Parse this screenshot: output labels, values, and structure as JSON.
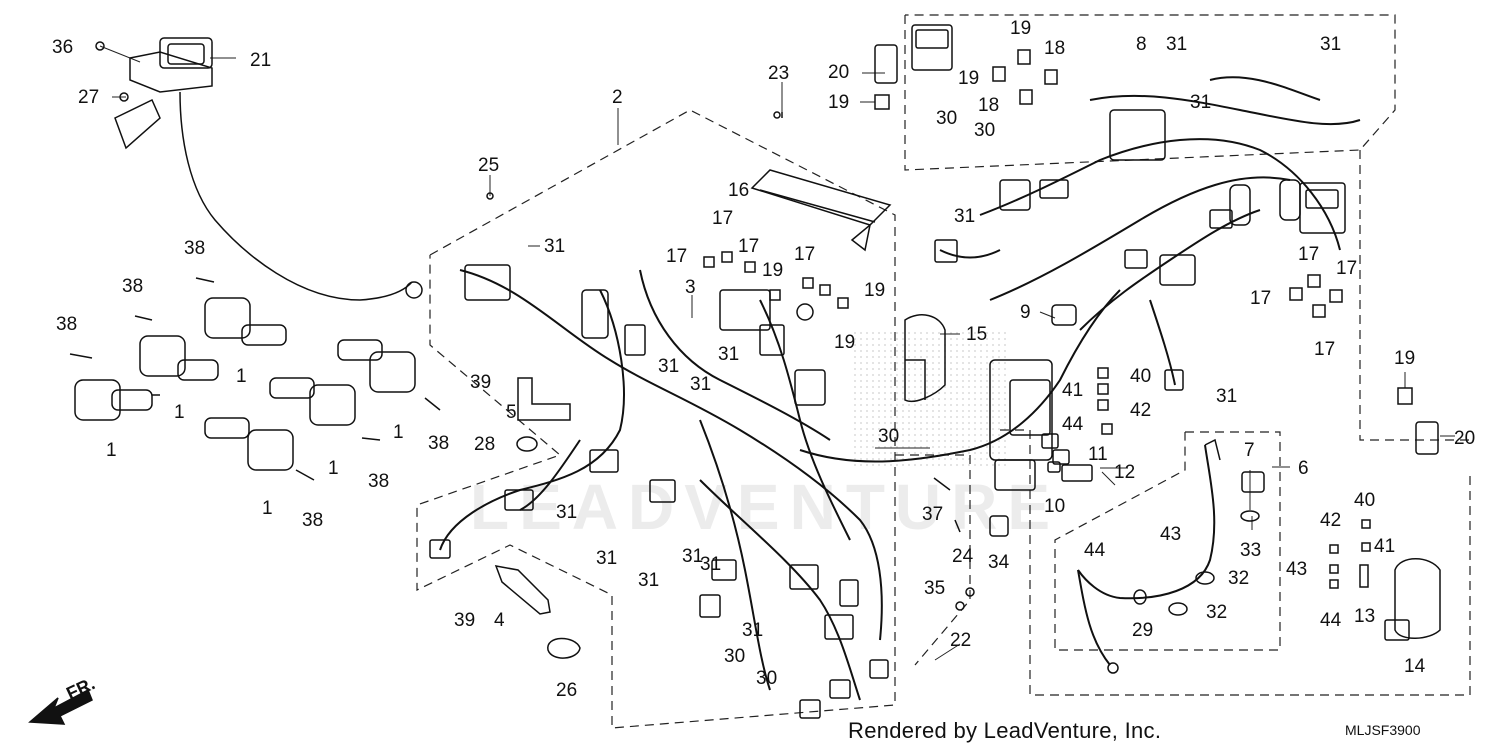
{
  "watermark": "LEADVENTURE",
  "footer": {
    "credit": "Rendered by LeadVenture, Inc.",
    "code": "MLJSF3900"
  },
  "direction_label": "FR.",
  "callouts": {
    "c1a": "1",
    "c1b": "1",
    "c1c": "1",
    "c1d": "1",
    "c1e": "1",
    "c1f": "1",
    "c2": "2",
    "c3": "3",
    "c4": "4",
    "c5": "5",
    "c6": "6",
    "c7": "7",
    "c8": "8",
    "c9": "9",
    "c10": "10",
    "c11": "11",
    "c12": "12",
    "c13": "13",
    "c14": "14",
    "c15": "15",
    "c16": "16",
    "c17a": "17",
    "c17b": "17",
    "c17c": "17",
    "c17d": "17",
    "c17e": "17",
    "c17f": "17",
    "c17g": "17",
    "c17h": "17",
    "c18a": "18",
    "c18b": "18",
    "c19a": "19",
    "c19b": "19",
    "c19c": "19",
    "c19d": "19",
    "c19e": "19",
    "c19f": "19",
    "c19g": "19",
    "c20a": "20",
    "c20b": "20",
    "c21": "21",
    "c22": "22",
    "c23": "23",
    "c24": "24",
    "c25": "25",
    "c26": "26",
    "c27": "27",
    "c28": "28",
    "c29": "29",
    "c30a": "30",
    "c30b": "30",
    "c30c": "30",
    "c30d": "30",
    "c30e": "30",
    "c31a": "31",
    "c31b": "31",
    "c31c": "31",
    "c31d": "31",
    "c31e": "31",
    "c31f": "31",
    "c31g": "31",
    "c31h": "31",
    "c31i": "31",
    "c31j": "31",
    "c31k": "31",
    "c31l": "31",
    "c31m": "31",
    "c31n": "31",
    "c31o": "31",
    "c32a": "32",
    "c32b": "32",
    "c33": "33",
    "c34": "34",
    "c35": "35",
    "c36": "36",
    "c37": "37",
    "c38a": "38",
    "c38b": "38",
    "c38c": "38",
    "c38d": "38",
    "c38e": "38",
    "c38f": "38",
    "c39a": "39",
    "c39b": "39",
    "c40a": "40",
    "c40b": "40",
    "c41a": "41",
    "c41b": "41",
    "c42a": "42",
    "c42b": "42",
    "c43a": "43",
    "c43b": "43",
    "c44a": "44",
    "c44b": "44",
    "c44c": "44"
  }
}
